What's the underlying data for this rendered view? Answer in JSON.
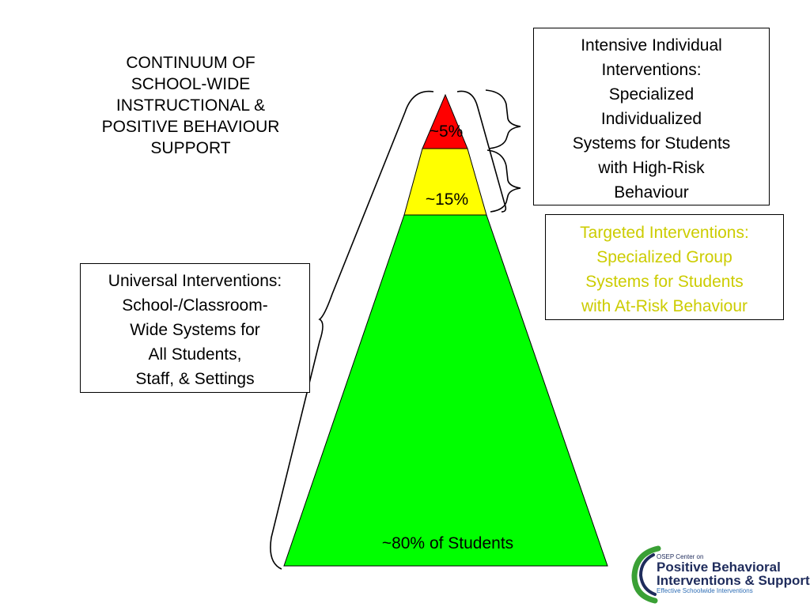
{
  "title": {
    "lines": [
      "CONTINUUM OF",
      "SCHOOL-WIDE",
      "INSTRUCTIONAL &",
      "POSITIVE BEHAVIOUR",
      "SUPPORT"
    ]
  },
  "tiers": {
    "top": {
      "label": "~5%",
      "color": "#ff0000",
      "share": 5
    },
    "middle": {
      "label": "~15%",
      "color": "#ffff00",
      "share": 15
    },
    "bottom": {
      "label": "~80% of Students",
      "color": "#00ff00",
      "share": 80
    }
  },
  "boxes": {
    "intensive": {
      "lines": [
        "Intensive Individual",
        "Interventions:",
        "Specialized",
        "Individualized",
        "Systems for Students",
        "with High-Risk",
        "Behaviour"
      ],
      "text_color": "#000000"
    },
    "targeted": {
      "lines": [
        "Targeted Interventions:",
        "Specialized Group",
        "Systems for Students",
        "with At-Risk Behaviour"
      ],
      "text_color": "#cccc00"
    },
    "universal": {
      "lines": [
        "Universal Interventions:",
        "School-/Classroom-",
        "Wide Systems for",
        "All Students,",
        "Staff, & Settings"
      ],
      "text_color": "#000000"
    }
  },
  "logo": {
    "line1": "OSEP Center on",
    "line2": "Positive Behavioral",
    "line3": "Interventions & Supports",
    "line4": "Effective Schoolwide Interventions",
    "accent_green": "#3aa035",
    "accent_blue": "#1f2c5c"
  }
}
